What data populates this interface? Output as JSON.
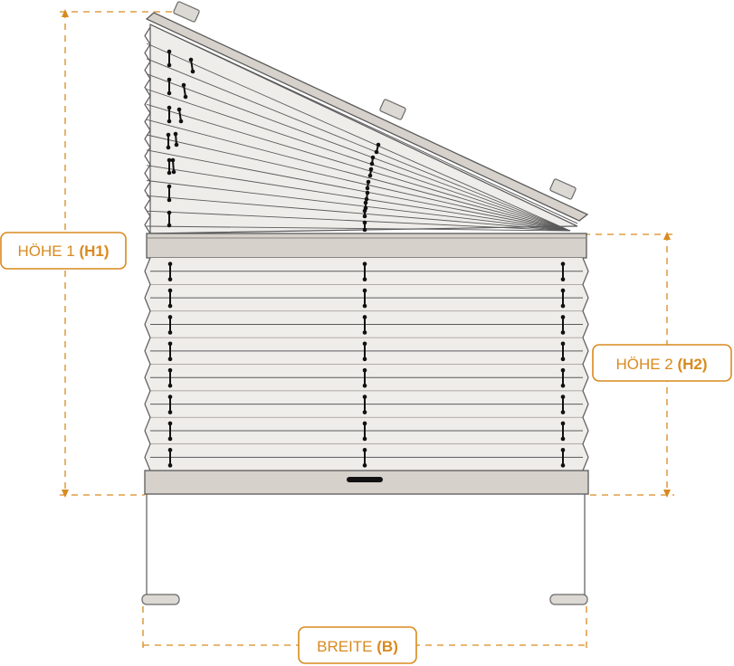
{
  "dimensions": {
    "h1": {
      "text": "HÖHE 1",
      "code": "(H1)"
    },
    "h2": {
      "text": "HÖHE 2",
      "code": "(H2)"
    },
    "b": {
      "text": "BREITE",
      "code": "(B)"
    }
  },
  "colors": {
    "accent": "#d98a1e",
    "fabric": "#efedea",
    "rail": "#d6d1cb",
    "outline": "#5a5a5a",
    "cord": "#111111"
  }
}
